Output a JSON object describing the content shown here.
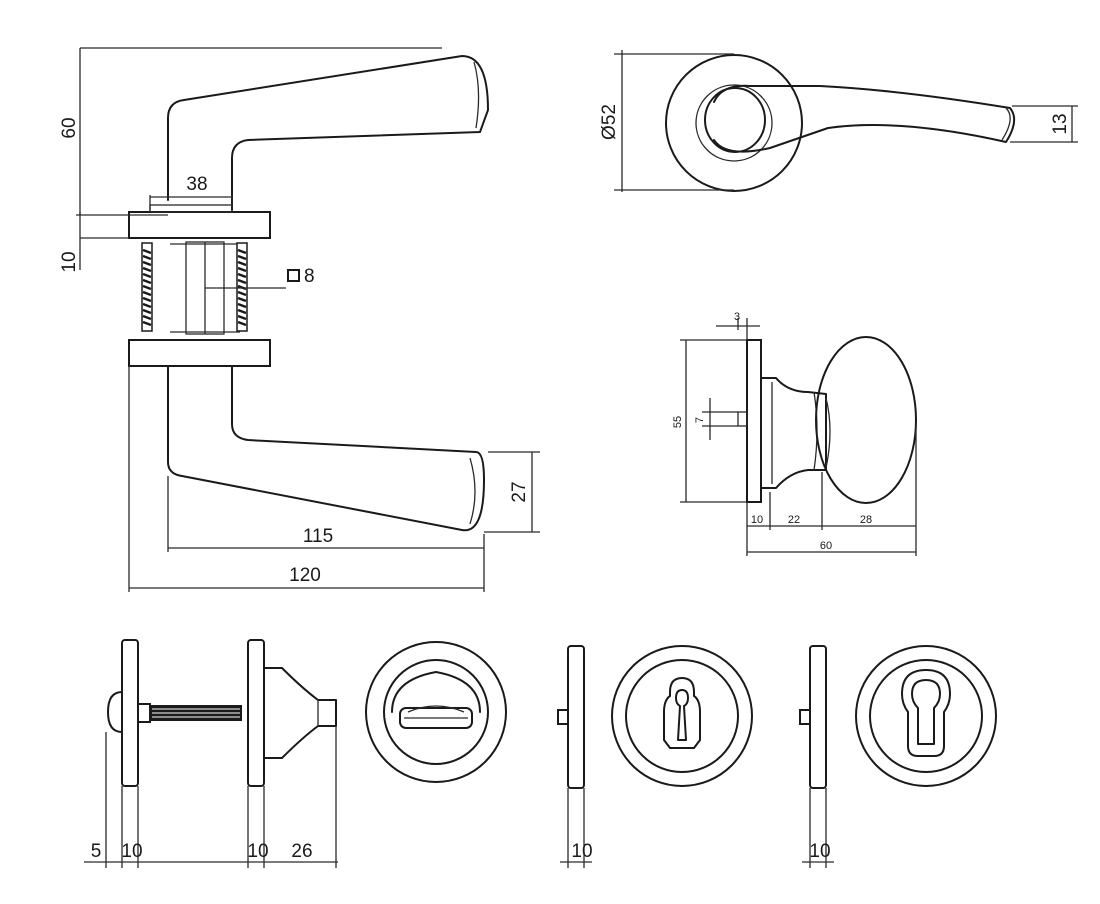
{
  "dimensions": {
    "lever_side": {
      "height_60": "60",
      "rose_width_38": "38",
      "rose_thickness_10": "10",
      "spindle_square_8": "8",
      "lever_drop_27": "27",
      "lever_length_115": "115",
      "overall_120": "120"
    },
    "lever_top": {
      "rose_diameter": "Ø52",
      "lever_end_13": "13"
    },
    "knob": {
      "plate_3": "3",
      "height_55": "55",
      "pin_7": "7",
      "plate_10": "10",
      "neck_22": "22",
      "knob_28": "28",
      "overall_60": "60"
    },
    "turn_release": {
      "d5": "5",
      "d10a": "10",
      "d10b": "10",
      "d26": "26"
    },
    "key_rose": {
      "d10": "10"
    },
    "cylinder_rose": {
      "d10": "10"
    }
  },
  "icons": {
    "square_spindle": "square-spindle-icon"
  }
}
